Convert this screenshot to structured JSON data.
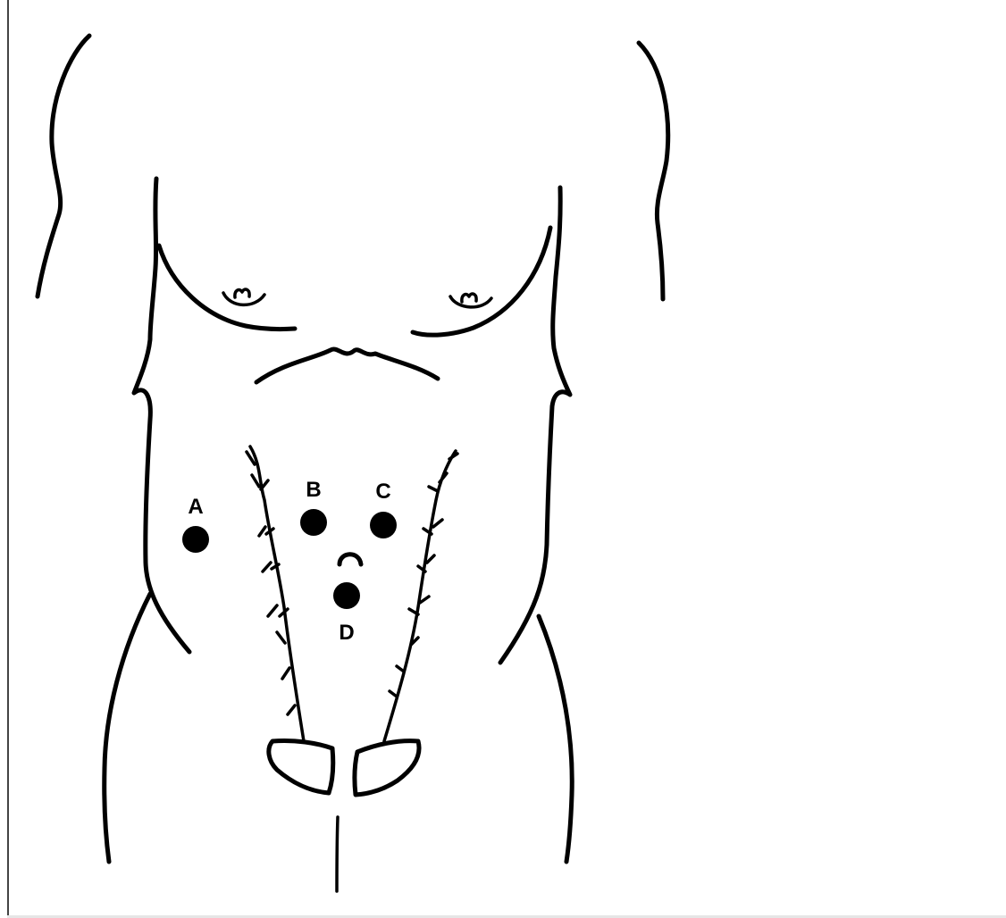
{
  "ports": [
    {
      "id": "A",
      "label": "A"
    },
    {
      "id": "B",
      "label": "B"
    },
    {
      "id": "C",
      "label": "C"
    },
    {
      "id": "D",
      "label": "D"
    }
  ]
}
